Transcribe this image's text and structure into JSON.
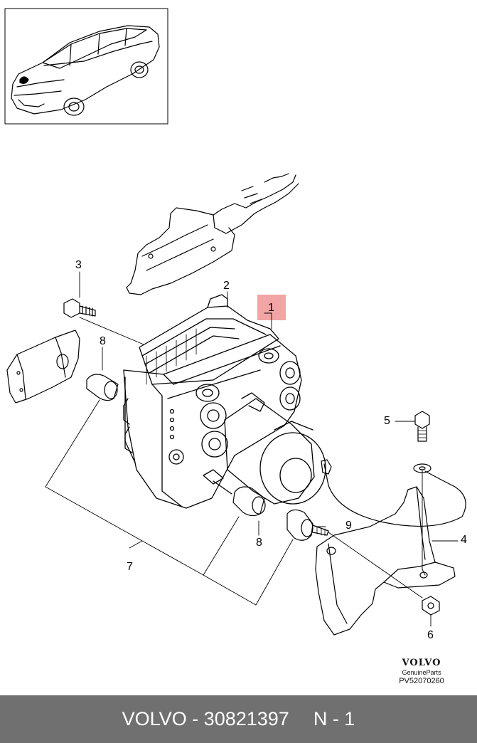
{
  "callouts": {
    "c1": "1",
    "c2": "2",
    "c3": "3",
    "c4": "4",
    "c5": "5",
    "c6": "6",
    "c7": "7",
    "c8a": "8",
    "c8b": "8",
    "c9": "9"
  },
  "brand": {
    "logo": "VOLVO",
    "subtitle": "GenuineParts",
    "code": "PV52070260"
  },
  "footer": {
    "make": "VOLVO - 30821397",
    "index": "N - 1"
  },
  "colors": {
    "footer_bg": "#707070",
    "highlight": "#f3a4a4",
    "line": "#000000"
  }
}
